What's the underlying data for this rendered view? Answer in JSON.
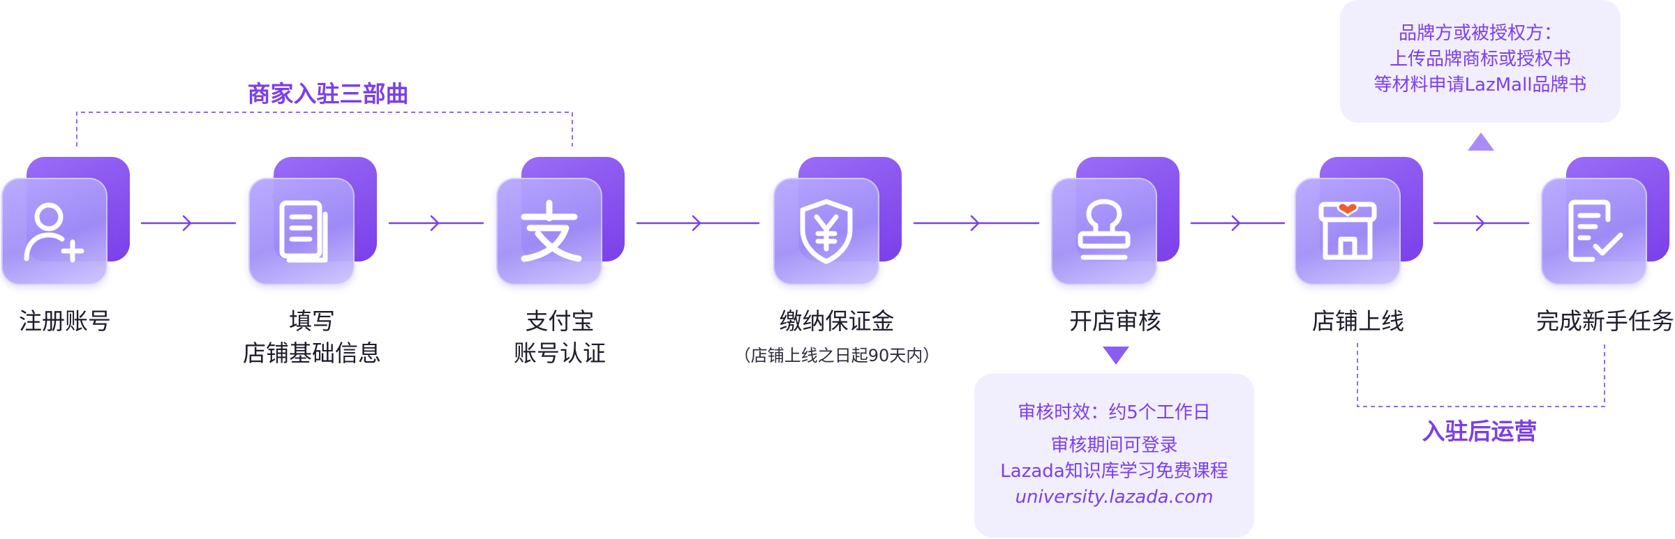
{
  "colors": {
    "accent": "#7b3fea",
    "connector": "#7b3fea",
    "info_box_bg": "#f1eefe",
    "tile_gradient_start": "#9a6df6",
    "tile_gradient_end": "#7b3fea"
  },
  "section_titles": {
    "onboarding": "商家入驻三部曲",
    "operation": "入驻后运营"
  },
  "steps": [
    {
      "icon": "user-plus-icon",
      "label_lines": [
        "注册账号"
      ],
      "sublabel": ""
    },
    {
      "icon": "document-icon",
      "label_lines": [
        "填写",
        "店铺基础信息"
      ],
      "sublabel": ""
    },
    {
      "icon": "alipay-icon",
      "label_lines": [
        "支付宝",
        "账号认证"
      ],
      "sublabel": ""
    },
    {
      "icon": "shield-yuan-icon",
      "label_lines": [
        "缴纳保证金"
      ],
      "sublabel": "（店铺上线之日起90天内）"
    },
    {
      "icon": "stamp-icon",
      "label_lines": [
        "开店审核"
      ],
      "sublabel": ""
    },
    {
      "icon": "store-icon",
      "label_lines": [
        "店铺上线"
      ],
      "sublabel": ""
    },
    {
      "icon": "task-check-icon",
      "label_lines": [
        "完成新手任务"
      ],
      "sublabel": ""
    }
  ],
  "review_info": {
    "lines": [
      "审核时效：约5个工作日",
      "审核期间可登录",
      "Lazada知识库学习免费课程"
    ],
    "url": "university.lazada.com"
  },
  "brand_info": {
    "lines": [
      "品牌方或被授权方：",
      "上传品牌商标或授权书",
      "等材料申请LazMall品牌书"
    ]
  }
}
